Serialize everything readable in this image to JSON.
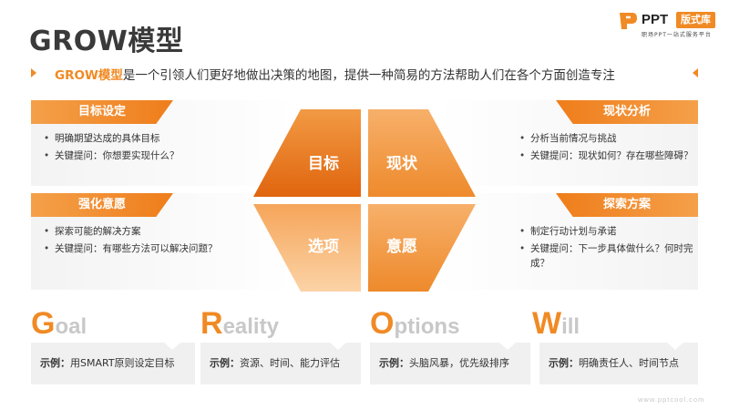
{
  "title": "GROW模型",
  "logo": {
    "brand": "PPT",
    "badge": "版式库",
    "slogan": "职场PPT一站式服务平台"
  },
  "subtitle": {
    "highlight": "GROW模型",
    "text": "是一个引领人们更好地做出决策的地图，提供一种简易的方法帮助人们在各个方面创造专注"
  },
  "panels": {
    "goal": {
      "header": "目标设定",
      "items": [
        "明确期望达成的具体目标",
        "关键提问：你想要实现什么？"
      ]
    },
    "reality": {
      "header": "现状分析",
      "items": [
        "分析当前情况与挑战",
        "关键提问：现状如何？存在哪些障碍？"
      ]
    },
    "options": {
      "header": "强化意愿",
      "items": [
        "探索可能的解决方案",
        "关键提问：有哪些方法可以解决问题？"
      ]
    },
    "will": {
      "header": "探索方案",
      "items": [
        "制定行动计划与承诺",
        "关键提问：下一步具体做什么？何时完成？"
      ]
    }
  },
  "quadrants": {
    "goal": "目标",
    "reality": "现状",
    "options": "选项",
    "will": "意愿"
  },
  "colors": {
    "accent": "#f08a24",
    "dark_orange": "#e06a12",
    "light_orange": "#f6a35c"
  },
  "words": [
    {
      "cap": "G",
      "rest": "oal"
    },
    {
      "cap": "R",
      "rest": "eality"
    },
    {
      "cap": "O",
      "rest": "ptions"
    },
    {
      "cap": "W",
      "rest": "ill"
    }
  ],
  "examples": [
    {
      "label": "示例：",
      "text": "用SMART原则设定目标"
    },
    {
      "label": "示例：",
      "text": "资源、时间、能力评估"
    },
    {
      "label": "示例：",
      "text": "头脑风暴，优先级排序"
    },
    {
      "label": "示例：",
      "text": "明确责任人、时间节点"
    }
  ],
  "site": "www.pptcool.com"
}
